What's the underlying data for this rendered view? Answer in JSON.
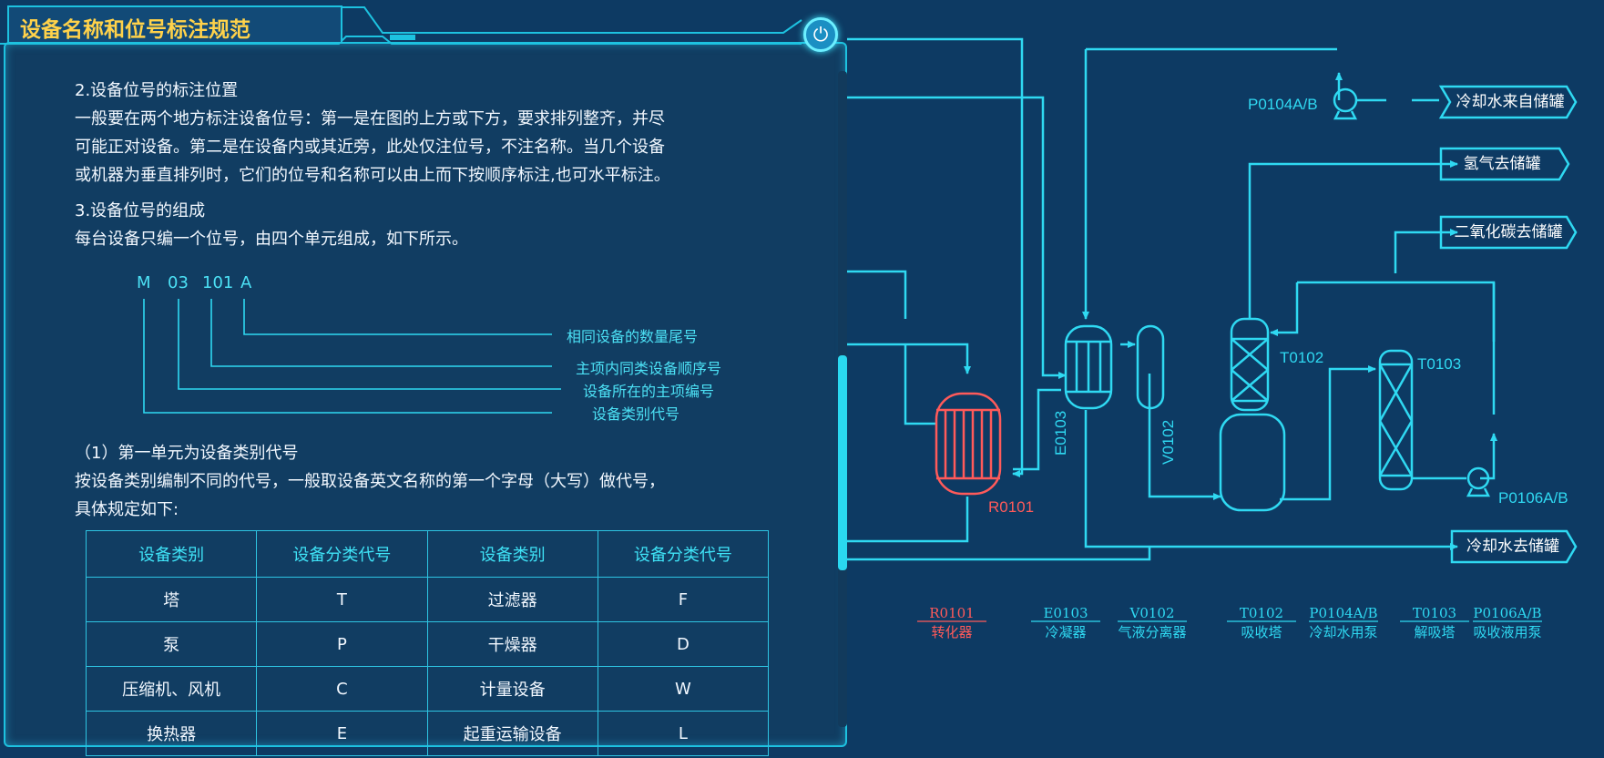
{
  "panel": {
    "title": "设备名称和位号标注规范",
    "power_icon": "⏻",
    "section2_heading": "2.设备位号的标注位置",
    "section2_body_1": "一般要在两个地方标注设备位号：第一是在图的上方或下方，要求排列整齐，并尽",
    "section2_body_2": "可能正对设备。第二是在设备内或其近旁，此处仅注位号，不注名称。当几个设备",
    "section2_body_3": "或机器为垂直排列时，它们的位号和名称可以由上而下按顺序标注,也可水平标注。",
    "section3_heading": "3.设备位号的组成",
    "section3_body": "每台设备只编一个位号，由四个单元组成，如下所示。",
    "code_parts": [
      "M",
      "03",
      "101",
      "A"
    ],
    "code_descriptions": [
      "相同设备的数量尾号",
      "主项内同类设备顺序号",
      "设备所在的主项编号",
      "设备类别代号"
    ],
    "unit1_heading": "（1）第一单元为设备类别代号",
    "unit1_body_1": "按设备类别编制不同的代号，一般取设备英文名称的第一个字母（大写）做代号，",
    "unit1_body_2": "具体规定如下:",
    "table": {
      "headers": [
        "设备类别",
        "设备分类代号",
        "设备类别",
        "设备分类代号"
      ],
      "rows": [
        [
          "塔",
          "T",
          "过滤器",
          "F"
        ],
        [
          "泵",
          "P",
          "干燥器",
          "D"
        ],
        [
          "压缩机、风机",
          "C",
          "计量设备",
          "W"
        ],
        [
          "换热器",
          "E",
          "起重运输设备",
          "L"
        ]
      ]
    }
  },
  "diagram": {
    "labels": {
      "p0104": "P0104A/B",
      "t0102": "T0102",
      "t0103": "T0103",
      "e0103": "E0103",
      "v0102": "V0102",
      "r0101": "R0101",
      "p0106": "P0106A/B"
    },
    "tags": {
      "cooling_in": "冷却水来自储罐",
      "hydrogen": "氢气去储罐",
      "co2": "二氧化碳去储罐",
      "cooling_out": "冷却水去储罐"
    },
    "legend": [
      {
        "code": "R0101",
        "name": "转化器",
        "color": "#ff5a5a"
      },
      {
        "code": "E0103",
        "name": "冷凝器",
        "color": "#2fd9f2"
      },
      {
        "code": "V0102",
        "name": "气液分离器",
        "color": "#2fd9f2"
      },
      {
        "code": "T0102",
        "name": "吸收塔",
        "color": "#2fd9f2"
      },
      {
        "code": "P0104A/B",
        "name": "冷却水用泵",
        "color": "#2fd9f2"
      },
      {
        "code": "T0103",
        "name": "解吸塔",
        "color": "#2fd9f2"
      },
      {
        "code": "P0106A/B",
        "name": "吸收液用泵",
        "color": "#2fd9f2"
      }
    ]
  }
}
